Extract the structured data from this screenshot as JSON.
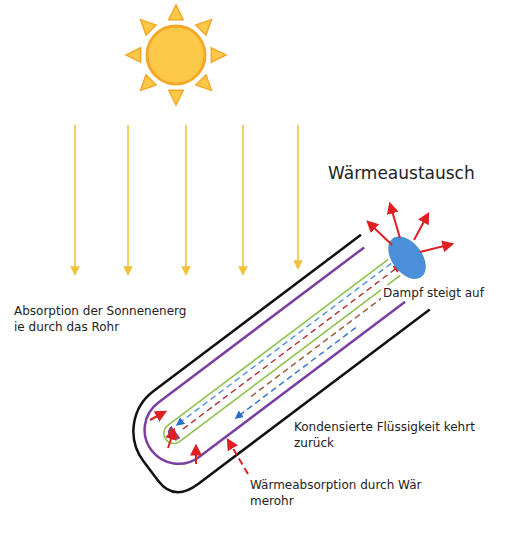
{
  "diagram": {
    "labels": [
      "Wärmeaustausch",
      "Absorption der Sonnenenerg ie durch das Rohr",
      "Dampf steigt auf",
      "Kondensierte Flüssigkeit kehrt zurück",
      "Wärmeabsorption durch Wär merohr"
    ]
  }
}
